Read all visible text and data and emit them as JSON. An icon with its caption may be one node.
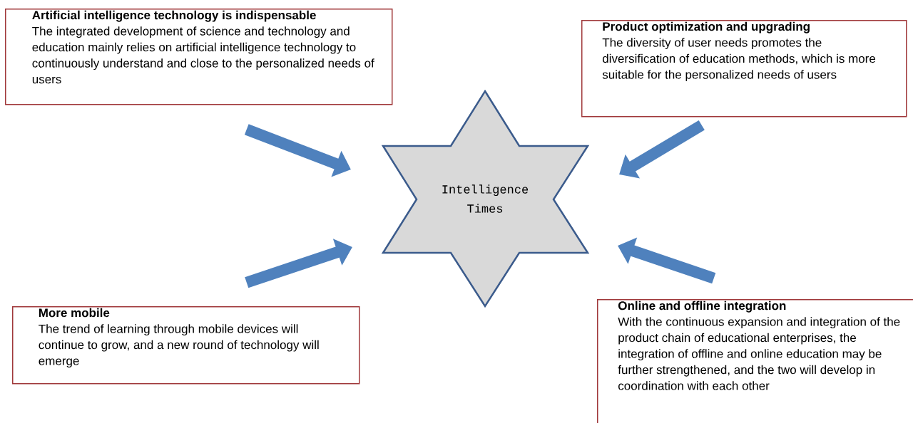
{
  "diagram": {
    "nodes": [
      {
        "text": [
          "Artificial intelligence technology is indispensable",
          "The integrated development of science and technology and education mainly relies on artificial intelligence technology to continuously understand and close to the personalized needs of users"
        ]
      },
      {
        "text": [
          "Product optimization and upgrading",
          "The diversity of user needs promotes the diversification of education methods, which is more suitable for the personalized needs of users"
        ]
      },
      {
        "text": [
          "Intelligence Times"
        ]
      },
      {
        "text": [
          "More mobile",
          "The trend of learning through mobile devices will continue to grow, and a new round of technology will emerge"
        ]
      },
      {
        "text": [
          "Online and offline integration",
          "With the continuous expansion and integration of the product chain of educational enterprises, the integration of offline and online education may be further strengthened, and the two will develop in coordination with each other"
        ]
      }
    ],
    "edges": [
      {
        "from": 0,
        "to": 2,
        "arrow": "to"
      },
      {
        "from": 1,
        "to": 2,
        "arrow": "to"
      },
      {
        "from": 3,
        "to": 2,
        "arrow": "to"
      },
      {
        "from": 4,
        "to": 2,
        "arrow": "to"
      }
    ]
  }
}
